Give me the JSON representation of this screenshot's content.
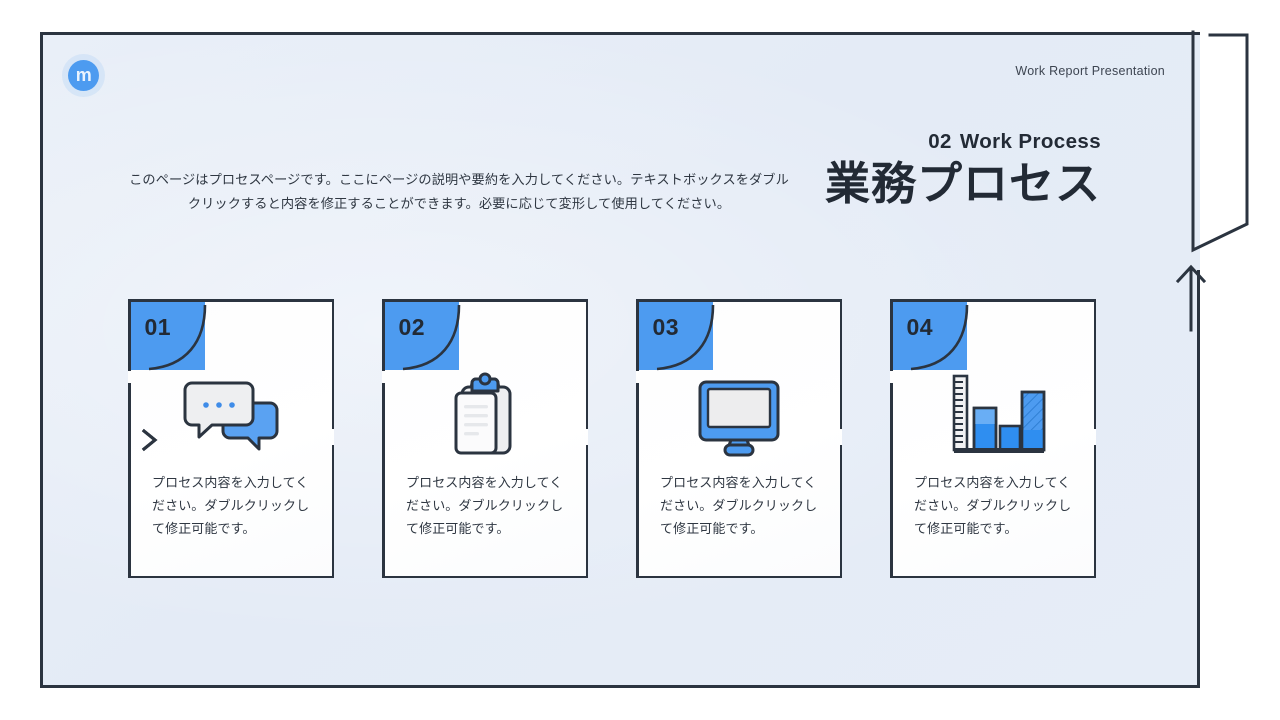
{
  "slide": {
    "header_label": "Work Report Presentation",
    "logo_letter": "m",
    "logo_name": "m-logo"
  },
  "title": {
    "number": "02",
    "eyebrow": "Work Process",
    "main": "業務プロセス"
  },
  "description": "このページはプロセスページです。ここにページの説明や要約を入力してください。テキストボックスをダブルクリックすると内容を修正することができます。必要に応じて変形して使用してください。",
  "cards": [
    {
      "number": "01",
      "icon": "chat-bubbles-icon",
      "text": "プロセス内容を入力してください。ダブルクリックして修正可能です。"
    },
    {
      "number": "02",
      "icon": "clipboard-icon",
      "text": "プロセス内容を入力してください。ダブルクリックして修正可能です。"
    },
    {
      "number": "03",
      "icon": "monitor-icon",
      "text": "プロセス内容を入力してください。ダブルクリックして修正可能です。"
    },
    {
      "number": "04",
      "icon": "bar-chart-icon",
      "text": "プロセス内容を入力してください。ダブルクリックして修正可能です。"
    }
  ],
  "connectors": [
    {
      "name": "arrow-1-to-2"
    },
    {
      "name": "arrow-2-to-3"
    },
    {
      "name": "arrow-3-to-4"
    }
  ],
  "decorations": {
    "ribbon": "ribbon-fold",
    "up_arrow": "up-arrow"
  },
  "colors": {
    "accent_blue": "#4d9bf0",
    "ink": "#2b3440",
    "background": "#e4ebf6",
    "card_surface": "#ffffff",
    "text": "#2f3742"
  }
}
